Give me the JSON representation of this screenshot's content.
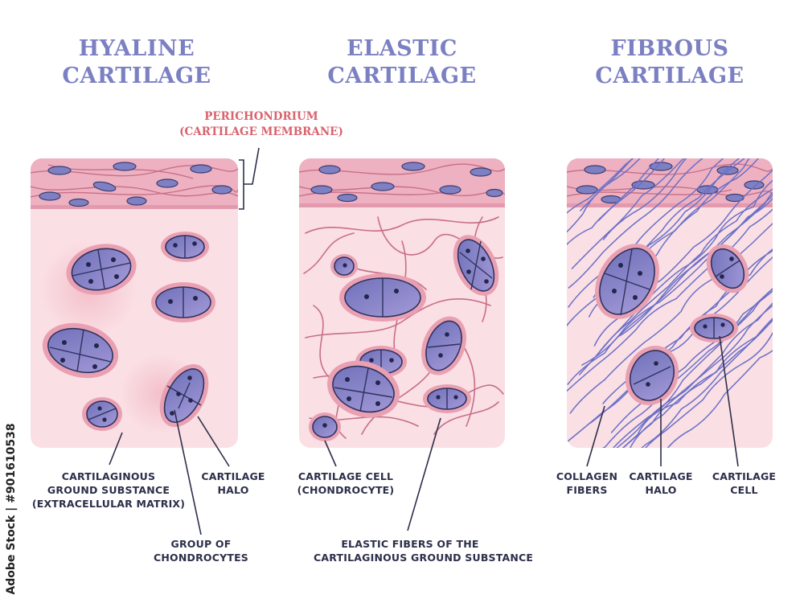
{
  "titles": [
    [
      "HYALINE",
      "CARTILAGE"
    ],
    [
      "ELASTIC",
      "CARTILAGE"
    ],
    [
      "FIBROUS",
      "CARTILAGE"
    ]
  ],
  "perichondrium": [
    "PERICHONDRIUM",
    "(CARTILAGE MEMBRANE)"
  ],
  "labels": {
    "ground_substance": [
      "CARTILAGINOUS",
      "GROUND SUBSTANCE",
      "(EXTRACELLULAR MATRIX)"
    ],
    "hyaline_halo": [
      "CARTILAGE",
      "HALO"
    ],
    "group_of_chondrocytes": [
      "GROUP OF",
      "CHONDROCYTES"
    ],
    "cartilage_cell": [
      "CARTILAGE CELL",
      "(CHONDROCYTE)"
    ],
    "elastic_fibers": [
      "ELASTIC FIBERS OF THE",
      "CARTILAGINOUS GROUND SUBSTANCE"
    ],
    "collagen_fibers": [
      "COLLAGEN",
      "FIBERS"
    ],
    "fibrous_halo": [
      "CARTILAGE",
      "HALO"
    ],
    "fibrous_cell": [
      "CARTILAGE",
      "CELL"
    ]
  },
  "watermark": "Adobe Stock | #901610538",
  "colors": {
    "title": "#7b80c2",
    "perichondrium_text": "#d9636e",
    "matrix": "#fadfe4",
    "membrane": "#e9a6b8",
    "cell": "#7f7fc4",
    "halo": "#e9a0b2",
    "elastic_fiber": "#c76f86",
    "collagen_fiber": "#6a70c7"
  }
}
